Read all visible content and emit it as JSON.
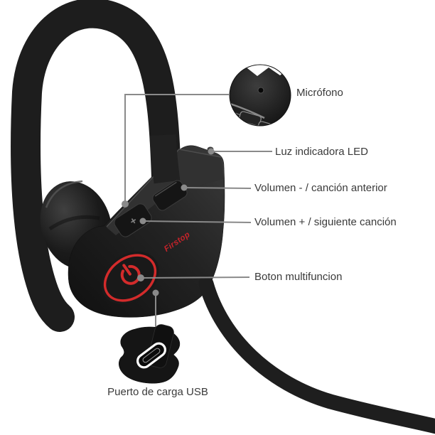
{
  "image_type": "product-feature-diagram",
  "brand": "Firstop",
  "callouts": {
    "microphone": "Micrófono",
    "led": "Luz indicadora LED",
    "volume_down": "Volumen - / canción anterior",
    "volume_up": "Volumen + / siguiente canción",
    "multifunction": "Boton multifuncion",
    "usb": "Puerto de carga USB"
  },
  "glyphs": {
    "volume_plus": "+"
  },
  "colors": {
    "accent_red": "#c4232a",
    "power_ring_red": "#d32b2b",
    "callout_gray": "#8a8a8a",
    "device_black": "#1d1d1d",
    "label_text": "#3a3a3a",
    "background": "#ffffff"
  }
}
